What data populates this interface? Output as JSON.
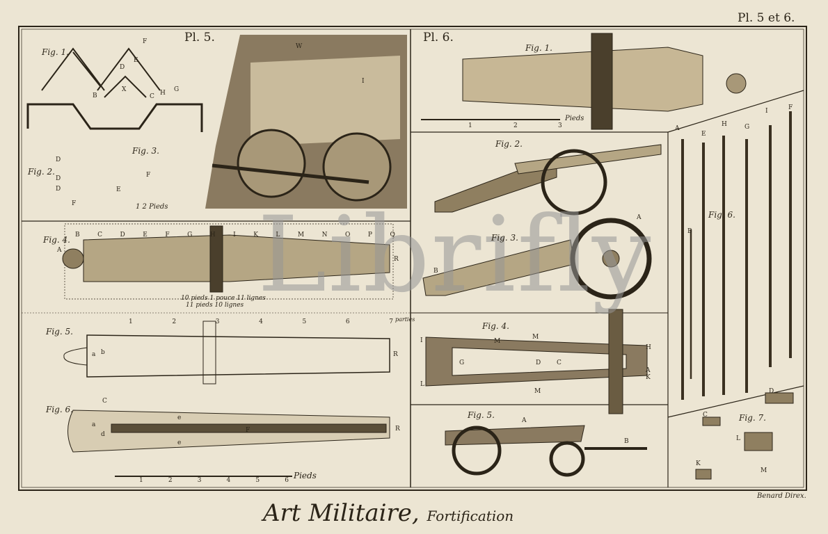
{
  "header": {
    "plate_numbers": "Pl. 5 et 6.",
    "plate5": "Pl. 5.",
    "plate6": "Pl. 6."
  },
  "plate5": {
    "fig1": "Fig. 1.",
    "fig1_letters": [
      "F",
      "E",
      "D",
      "X",
      "B",
      "C",
      "H",
      "G"
    ],
    "fig2": "Fig. 2.",
    "fig2_letters": [
      "D",
      "D",
      "D",
      "F"
    ],
    "fig3": "Fig. 3.",
    "fig3_letters": [
      "F",
      "E"
    ],
    "scale_small": "1    2 Pieds",
    "machine_letters": [
      "W",
      "I"
    ],
    "fig4": "Fig. 4.",
    "fig4_letters": [
      "A",
      "B",
      "C",
      "D",
      "E",
      "F",
      "G",
      "H",
      "I",
      "K",
      "L",
      "M",
      "N",
      "O",
      "P",
      "Q",
      "R"
    ],
    "fig4_dim1": "10 pieds 1 pouce 11 lignes",
    "fig4_dim2": "11 pieds 10 lignes",
    "fig5": "Fig. 5.",
    "fig5_ticks": [
      "1",
      "2",
      "3",
      "4",
      "5",
      "6",
      "7"
    ],
    "fig5_parts": "parties",
    "fig5_letters": [
      "a",
      "b",
      "R"
    ],
    "fig6": "Fig. 6.",
    "fig6_letters": [
      "C",
      "a",
      "d",
      "e",
      "F",
      "e",
      "R"
    ],
    "scale_ticks": [
      "1",
      "2",
      "3",
      "4",
      "5",
      "6"
    ],
    "scale_unit": "Pieds"
  },
  "plate6": {
    "fig1": "Fig. 1.",
    "fig1_scale": [
      "1",
      "2",
      "3"
    ],
    "fig1_unit": "Pieds",
    "fig2": "Fig. 2.",
    "fig3": "Fig. 3.",
    "fig3_letters": [
      "A",
      "B"
    ],
    "fig4": "Fig. 4.",
    "fig4_letters": [
      "I",
      "M",
      "M",
      "H",
      "G",
      "D",
      "C",
      "A",
      "K",
      "L",
      "M"
    ],
    "fig5": "Fig. 5.",
    "fig5_letters": [
      "A",
      "B"
    ],
    "fig6": "Fig. 6.",
    "fig6_letters": [
      "A",
      "E",
      "H",
      "G",
      "I",
      "F",
      "B"
    ],
    "fig7": "Fig. 7.",
    "fig7_letters": [
      "D",
      "C",
      "L",
      "K",
      "M"
    ]
  },
  "footer": {
    "engraver": "Benard Direx.",
    "title": "Art Militaire,",
    "subtitle": "Fortification"
  },
  "watermark": "Librifly"
}
